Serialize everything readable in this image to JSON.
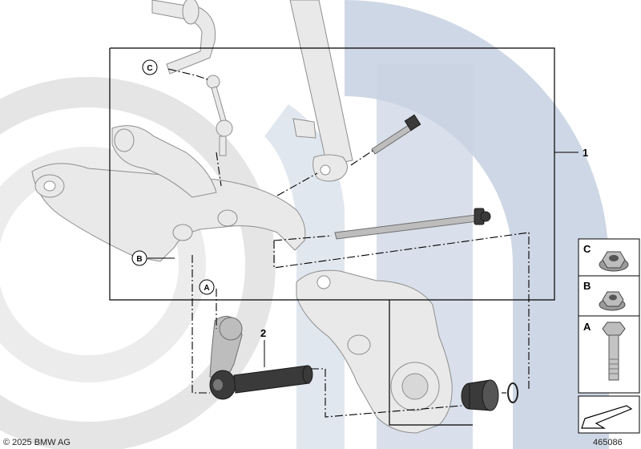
{
  "callouts": {
    "item_1": "1",
    "item_2": "2",
    "ref_a": "A",
    "ref_b": "B",
    "ref_c": "C"
  },
  "legend": {
    "items": [
      {
        "letter": "C",
        "icon": "flange-nut-icon"
      },
      {
        "letter": "B",
        "icon": "hex-nut-icon"
      },
      {
        "letter": "A",
        "icon": "hex-bolt-icon"
      }
    ],
    "last_icon": "arrow-icon"
  },
  "footer": {
    "copyright": "© 2025 BMW AG",
    "diagram_number": "465086"
  },
  "colors": {
    "watermark": "#c9d3e2",
    "parts": "#e9e9e9",
    "dark_parts": "#3a3a3a"
  }
}
